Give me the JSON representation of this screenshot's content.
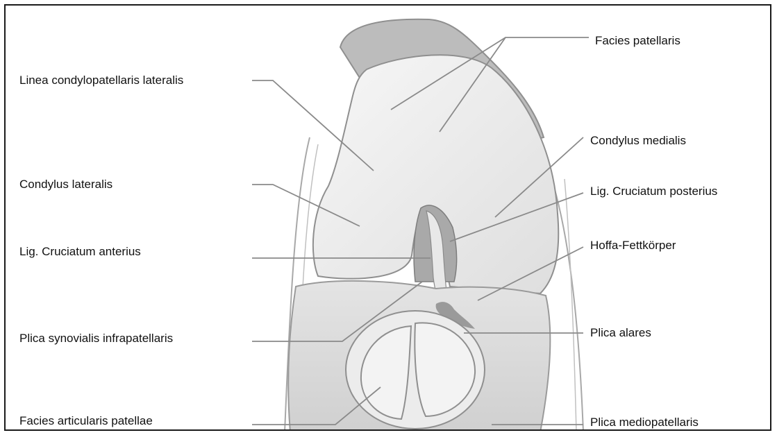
{
  "labels_left": [
    {
      "id": "linea-condylopatellaris-lateralis",
      "text": "Linea condylopatellaris lateralis"
    },
    {
      "id": "condylus-lateralis",
      "text": "Condylus lateralis"
    },
    {
      "id": "lig-cruciatum-anterius",
      "text": "Lig. Cruciatum anterius"
    },
    {
      "id": "plica-synovialis-infrapatellaris",
      "text": "Plica synovialis infrapatellaris"
    },
    {
      "id": "facies-articularis-patellae",
      "text": "Facies articularis patellae"
    }
  ],
  "labels_right": [
    {
      "id": "facies-patellaris",
      "text": "Facies patellaris"
    },
    {
      "id": "condylus-medialis",
      "text": "Condylus medialis"
    },
    {
      "id": "lig-cruciatum-posterius",
      "text": "Lig. Cruciatum posterius"
    },
    {
      "id": "hoffa-fettkorper",
      "text": "Hoffa-Fettkörper"
    },
    {
      "id": "plica-alares",
      "text": "Plica alares"
    },
    {
      "id": "plica-mediopatellaris",
      "text": "Plica mediopatellaris"
    }
  ],
  "colors": {
    "leader_line": "#8a8a8a",
    "bone_fill": "#efefef",
    "shadow_fill": "#bdbdbd",
    "outline": "#9a9a9a",
    "text": "#111111"
  }
}
